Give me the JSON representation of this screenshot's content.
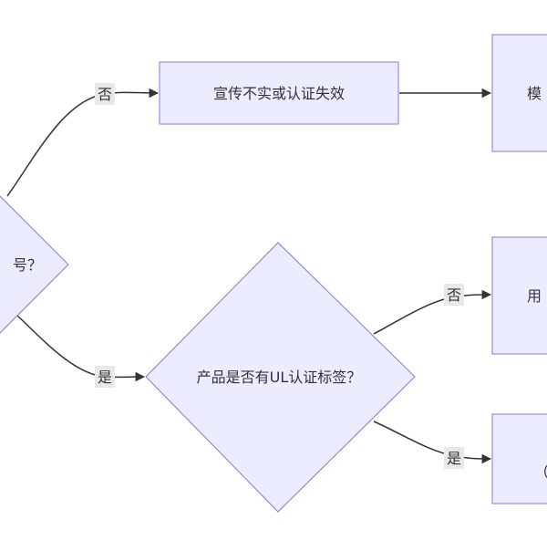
{
  "colors": {
    "node_fill": "#ECECFF",
    "node_stroke": "#9370DB",
    "edge": "#333333",
    "label_bg": "#E8E8E8",
    "text": "#333333"
  },
  "nodes": {
    "false_claim_box": "宣传不实或认证失效",
    "top_right_box_fragment": "模",
    "left_decision_fragment": "号？",
    "ul_label_decision": "产品是否有UL认证标签？",
    "mid_right_box_fragment_line1": "用",
    "mid_right_box_fragment_line2": "",
    "bottom_right_box_fragment_line1": "",
    "bottom_right_box_fragment_line2": "（"
  },
  "edges": {
    "left_to_false_claim": "否",
    "left_to_ul_decision": "是",
    "ul_decision_to_mid_right": "否",
    "ul_decision_to_bottom_right": "是"
  }
}
